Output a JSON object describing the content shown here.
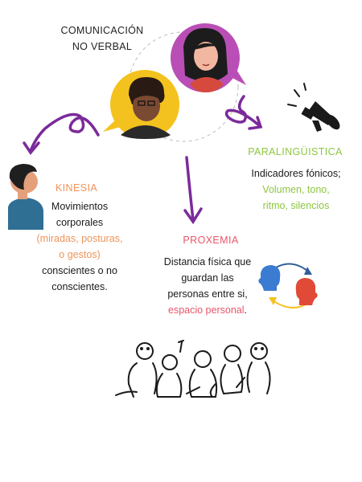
{
  "title": {
    "line1": "COMUNICACIÓN",
    "line2": "NO VERBAL"
  },
  "kinesia": {
    "heading": "KINESIA",
    "lines": [
      "Movimientos",
      "corporales",
      "(miradas, posturas,",
      "o gestos)",
      "conscientes o no",
      "conscientes."
    ]
  },
  "paralinguistica": {
    "heading": "PARALINGÜISTICA",
    "lines": [
      "Indicadores fónicos;",
      "Volumen, tono,",
      "ritmo, silencios"
    ]
  },
  "proxemia": {
    "heading": "PROXEMIA",
    "lines": [
      "Distancia física que",
      "guardan las",
      "personas entre si,",
      "espacio personal",
      "."
    ]
  },
  "colors": {
    "accent_purple": "#7b2a9a",
    "kinesia": "#f0935a",
    "paralinguistica": "#8dc63f",
    "proxemia": "#e9566b",
    "yellow_bubble": "#f4c21f",
    "magenta_bubble": "#b94fb6"
  },
  "icons": [
    "man-avatar-icon",
    "woman-avatar-icon",
    "person-profile-icon",
    "megaphone-icon",
    "heads-exchange-icon",
    "group-of-people-sketch"
  ]
}
